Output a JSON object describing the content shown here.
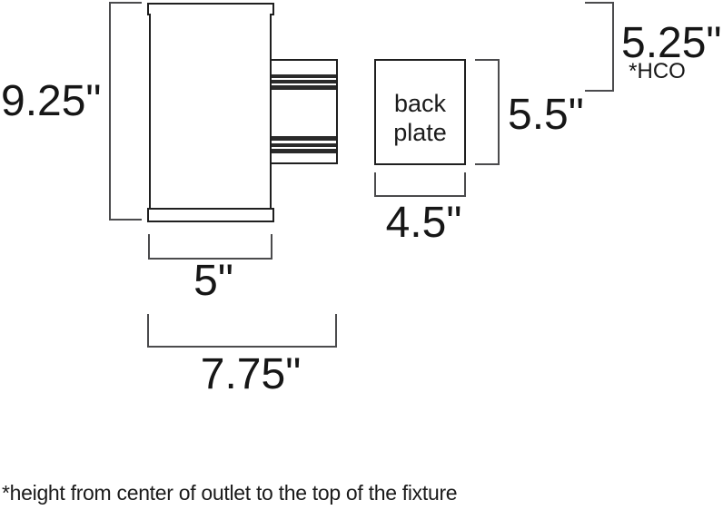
{
  "colors": {
    "background": "#ffffff",
    "fixture_outline": "#1f1f1f",
    "dimension_line": "#4b4b4d",
    "text": "#161616"
  },
  "fixture": {
    "back_plate_label": "back plate"
  },
  "dimensions": {
    "overall_height": "9.25\"",
    "body_width": "5\"",
    "overall_projection": "7.75\"",
    "backplate_width": "4.5\"",
    "backplate_height": "5.5\"",
    "hco_height": "5.25\"",
    "hco_abbr": "*HCO"
  },
  "footnote": "*height from center of outlet to the top of the fixture"
}
